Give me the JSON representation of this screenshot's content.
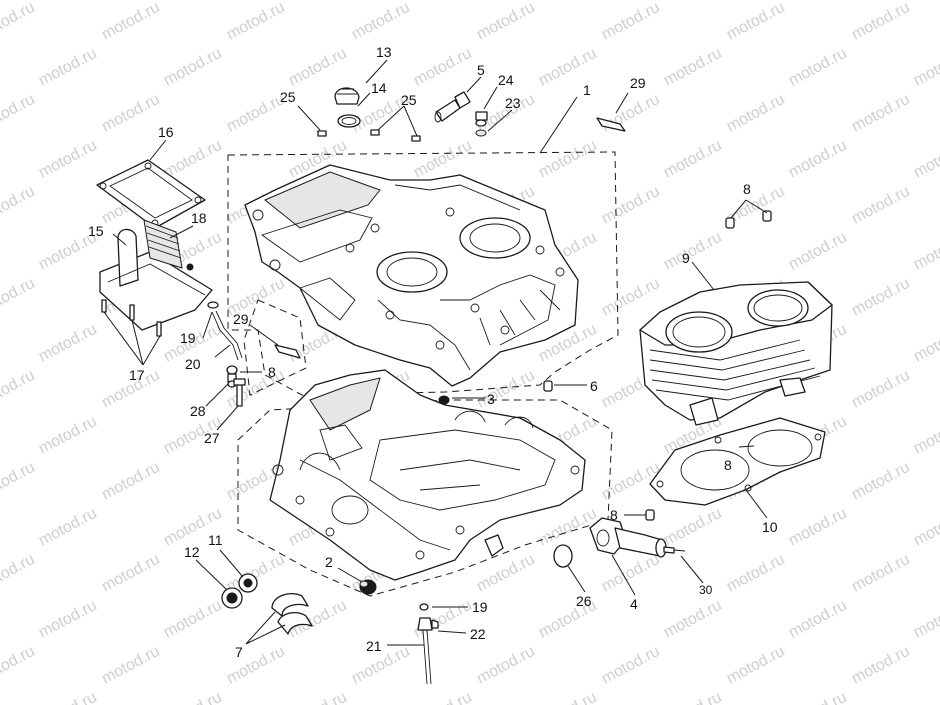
{
  "watermark": "motod.ru",
  "callouts": {
    "c1": "1",
    "c2": "2",
    "c3": "3",
    "c4": "4",
    "c5": "5",
    "c6": "6",
    "c7": "7",
    "c8": "8",
    "c9": "9",
    "c10": "10",
    "c11": "11",
    "c12": "12",
    "c13": "13",
    "c14": "14",
    "c15": "15",
    "c16": "16",
    "c17": "17",
    "c18": "18",
    "c19": "19",
    "c20": "20",
    "c21": "21",
    "c22": "22",
    "c23": "23",
    "c24": "24",
    "c25": "25",
    "c26": "26",
    "c27": "27",
    "c28": "28",
    "c29": "29",
    "c30": "30"
  }
}
